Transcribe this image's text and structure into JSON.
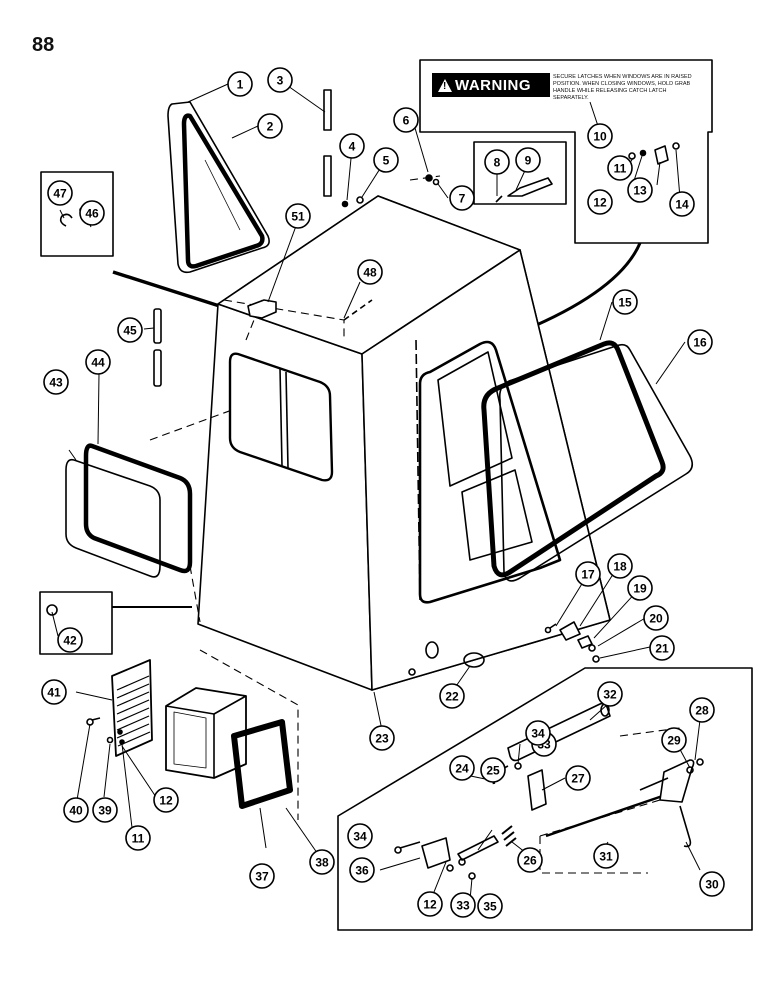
{
  "page_number": "88",
  "warning": {
    "heading": "WARNING",
    "text": "SECURE LATCHES WHEN WINDOWS ARE IN RAISED POSITION. WHEN CLOSING WINDOWS, HOLD GRAB HANDLE WHILE RELEASING CATCH LATCH SEPARATELY."
  },
  "callouts": [
    {
      "id": "c1",
      "label": "1"
    },
    {
      "id": "c2",
      "label": "2"
    },
    {
      "id": "c3",
      "label": "3"
    },
    {
      "id": "c4",
      "label": "4"
    },
    {
      "id": "c5",
      "label": "5"
    },
    {
      "id": "c6",
      "label": "6"
    },
    {
      "id": "c7",
      "label": "7"
    },
    {
      "id": "c8",
      "label": "8"
    },
    {
      "id": "c9",
      "label": "9"
    },
    {
      "id": "c10",
      "label": "10"
    },
    {
      "id": "c11",
      "label": "11"
    },
    {
      "id": "c12",
      "label": "12"
    },
    {
      "id": "c13",
      "label": "13"
    },
    {
      "id": "c14",
      "label": "14"
    },
    {
      "id": "c15",
      "label": "15"
    },
    {
      "id": "c16",
      "label": "16"
    },
    {
      "id": "c17",
      "label": "17"
    },
    {
      "id": "c18",
      "label": "18"
    },
    {
      "id": "c19",
      "label": "19"
    },
    {
      "id": "c20",
      "label": "20"
    },
    {
      "id": "c21",
      "label": "21"
    },
    {
      "id": "c22",
      "label": "22"
    },
    {
      "id": "c23",
      "label": "23"
    },
    {
      "id": "c24",
      "label": "24"
    },
    {
      "id": "c25",
      "label": "25"
    },
    {
      "id": "c26",
      "label": "26"
    },
    {
      "id": "c27",
      "label": "27"
    },
    {
      "id": "c28",
      "label": "28"
    },
    {
      "id": "c29",
      "label": "29"
    },
    {
      "id": "c30",
      "label": "30"
    },
    {
      "id": "c31",
      "label": "31"
    },
    {
      "id": "c32",
      "label": "32"
    },
    {
      "id": "c33a",
      "label": "33"
    },
    {
      "id": "c33b",
      "label": "33"
    },
    {
      "id": "c34a",
      "label": "34"
    },
    {
      "id": "c34b",
      "label": "34"
    },
    {
      "id": "c35",
      "label": "35"
    },
    {
      "id": "c36",
      "label": "36"
    },
    {
      "id": "c37",
      "label": "37"
    },
    {
      "id": "c38",
      "label": "38"
    },
    {
      "id": "c39",
      "label": "39"
    },
    {
      "id": "c40",
      "label": "40"
    },
    {
      "id": "c41",
      "label": "41"
    },
    {
      "id": "c11b",
      "label": "11"
    },
    {
      "id": "c12b",
      "label": "12"
    },
    {
      "id": "c12c",
      "label": "12"
    },
    {
      "id": "c42",
      "label": "42"
    },
    {
      "id": "c43",
      "label": "43"
    },
    {
      "id": "c44",
      "label": "44"
    },
    {
      "id": "c45",
      "label": "45"
    },
    {
      "id": "c46",
      "label": "46"
    },
    {
      "id": "c47",
      "label": "47"
    },
    {
      "id": "c48",
      "label": "48"
    },
    {
      "id": "c51",
      "label": "51"
    }
  ]
}
